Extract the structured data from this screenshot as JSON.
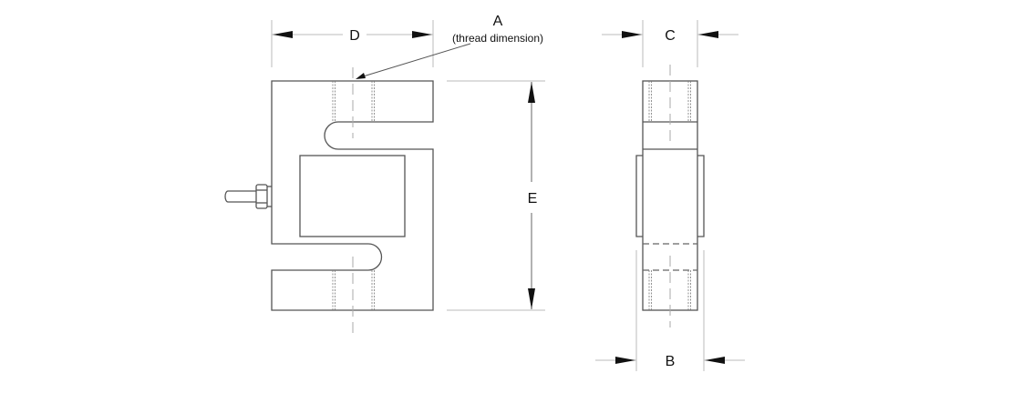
{
  "labels": {
    "a": "A",
    "a_note": "(thread dimension)",
    "b": "B",
    "c": "C",
    "d": "D",
    "e": "E"
  }
}
